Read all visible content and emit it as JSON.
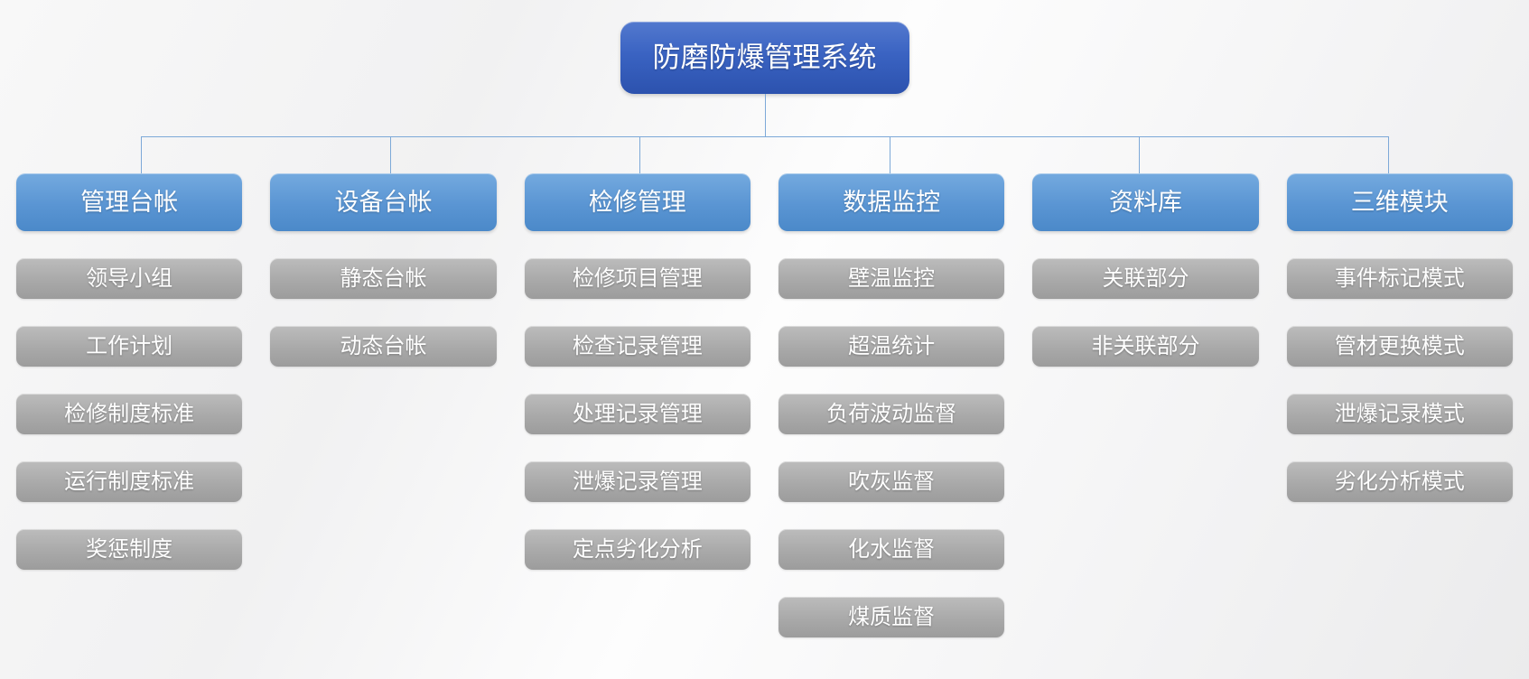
{
  "root": {
    "label": "防磨防爆管理系统"
  },
  "branches": [
    {
      "label": "管理台帐",
      "children": [
        "领导小组",
        "工作计划",
        "检修制度标准",
        "运行制度标准",
        "奖惩制度"
      ]
    },
    {
      "label": "设备台帐",
      "children": [
        "静态台帐",
        "动态台帐"
      ]
    },
    {
      "label": "检修管理",
      "children": [
        "检修项目管理",
        "检查记录管理",
        "处理记录管理",
        "泄爆记录管理",
        "定点劣化分析"
      ]
    },
    {
      "label": "数据监控",
      "children": [
        "壁温监控",
        "超温统计",
        "负荷波动监督",
        "吹灰监督",
        "化水监督",
        "煤质监督"
      ]
    },
    {
      "label": "资料库",
      "children": [
        "关联部分",
        "非关联部分"
      ]
    },
    {
      "label": "三维模块",
      "children": [
        "事件标记模式",
        "管材更换模式",
        "泄爆记录模式",
        "劣化分析模式"
      ]
    }
  ],
  "colors": {
    "root_blue": "#3a63c2",
    "branch_blue": "#5b9bd5",
    "leaf_gray": "#a9a9a9",
    "connector_line": "#7da9d8",
    "node_text": "#ffffff",
    "background": "#f4f4f5"
  }
}
